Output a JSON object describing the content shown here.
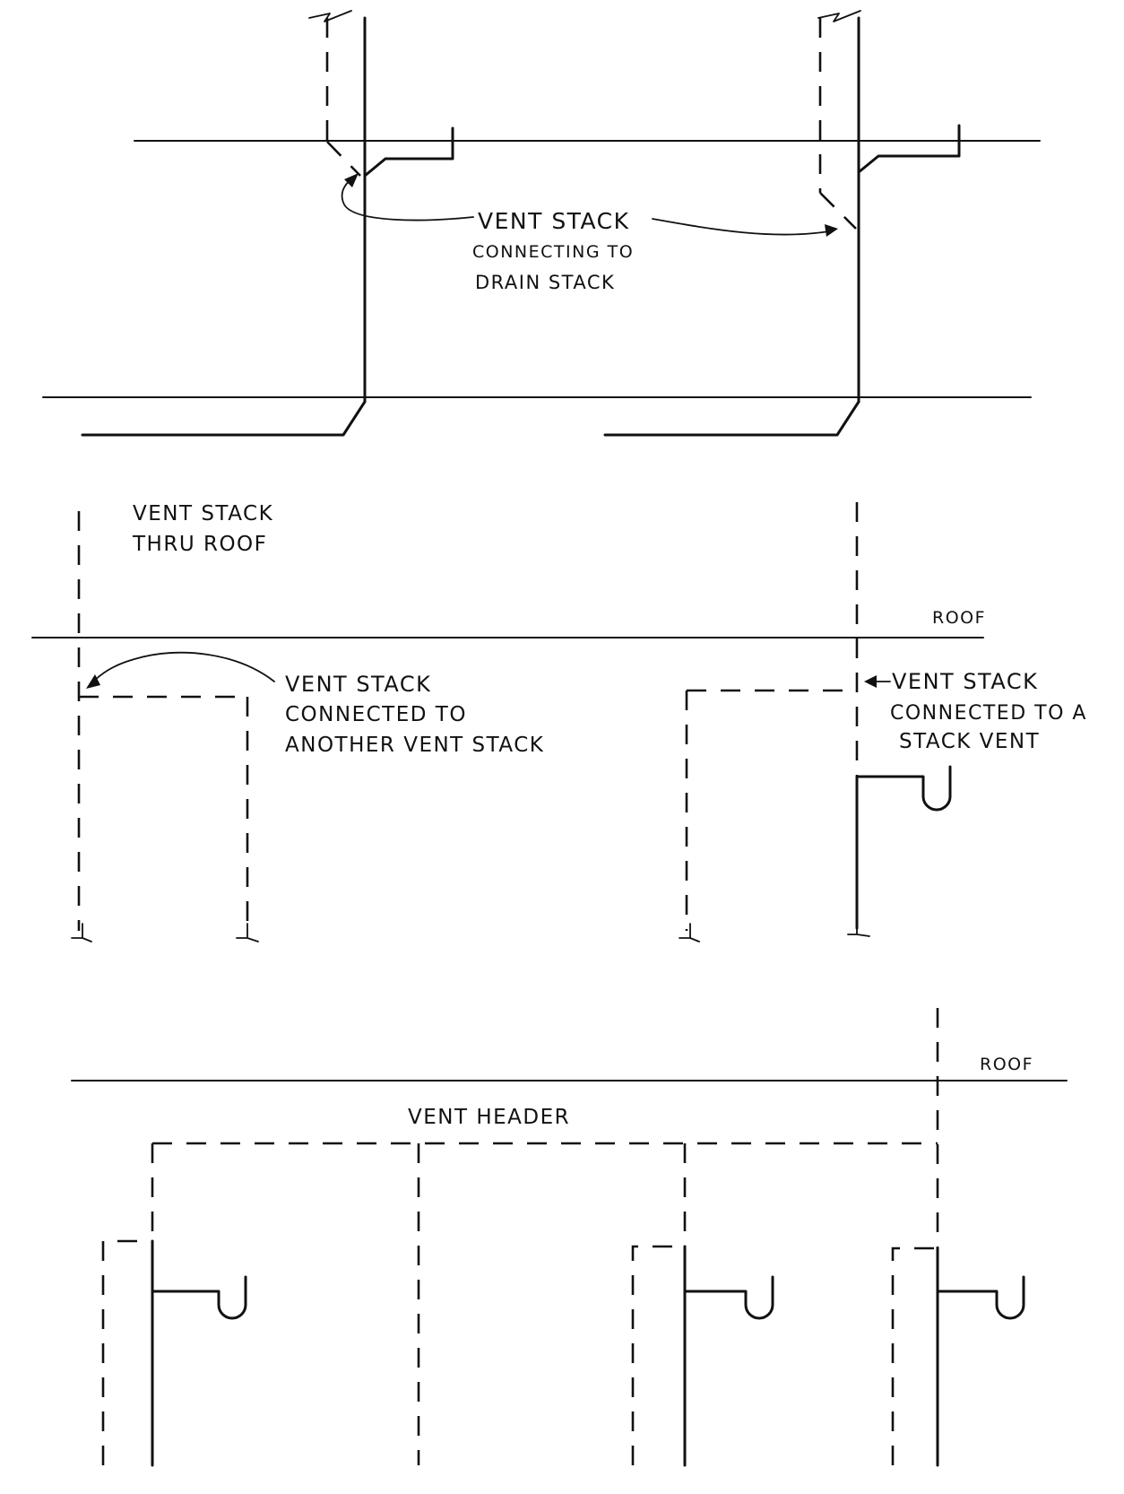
{
  "labels": {
    "vent_stack_drain_line1": "VENT STACK",
    "vent_stack_drain_line2": "CONNECTING TO",
    "vent_stack_drain_line3": "DRAIN STACK",
    "thru_roof_line1": "VENT STACK",
    "thru_roof_line2": "THRU ROOF",
    "roof_middle": "ROOF",
    "another_vent_line1": "VENT STACK",
    "another_vent_line2": "CONNECTED TO",
    "another_vent_line3": "ANOTHER VENT STACK",
    "stack_vent_line1": "VENT STACK",
    "stack_vent_line2": "CONNECTED TO A",
    "stack_vent_line3": "STACK VENT",
    "roof_bottom": "ROOF",
    "vent_header": "VENT HEADER"
  },
  "colors": {
    "ink": "#111111",
    "paper": "#ffffff"
  }
}
